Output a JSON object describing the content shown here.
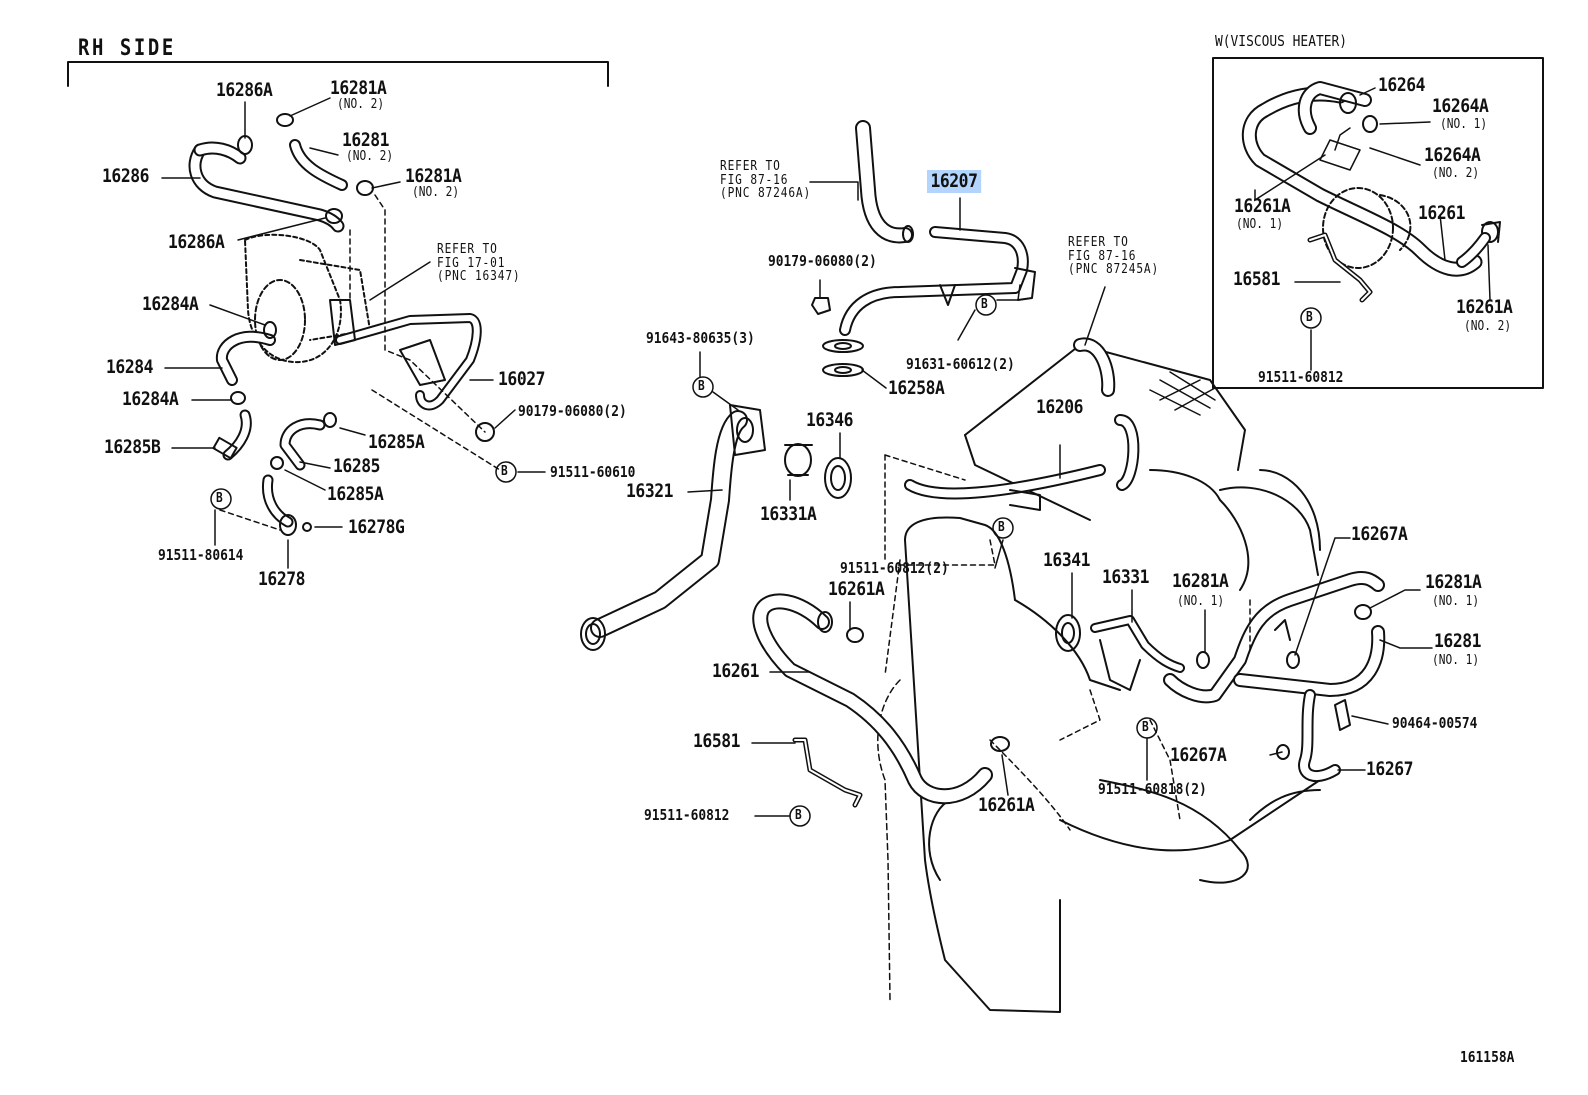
{
  "diagram": {
    "rh_side_title": "RH SIDE",
    "viscous_heater_title": "W(VISCOUS HEATER)",
    "figure_number": "161158A",
    "refer_notes": {
      "fig_87_16_a": {
        "line1": "REFER TO",
        "line2": "FIG 87-16",
        "line3": "(PNC 87246A)"
      },
      "fig_17_01": {
        "line1": "REFER TO",
        "line2": "FIG 17-01",
        "line3": "(PNC 16347)"
      },
      "fig_87_16_b": {
        "line1": "REFER TO",
        "line2": "FIG 87-16",
        "line3": "(PNC 87245A)"
      }
    },
    "part_labels": {
      "p16286A_top": "16286A",
      "p16281A_top": "16281A",
      "no2_a": "(NO. 2)",
      "p16281_top": "16281",
      "no2_b": "(NO. 2)",
      "p16281A_mid": "16281A",
      "no2_c": "(NO. 2)",
      "p16286": "16286",
      "p16286A_mid": "16286A",
      "p16284A_top": "16284A",
      "p16284": "16284",
      "p16284A_low": "16284A",
      "p16285B": "16285B",
      "p16285A_a": "16285A",
      "p16285": "16285",
      "p16285A_b": "16285A",
      "p16027": "16027",
      "p90179_06080_left": "90179-06080(2)",
      "p91511_60610": "91511-60610",
      "p16278G": "16278G",
      "p91511_80614": "91511-80614",
      "p16278": "16278",
      "p16207": "16207",
      "p90179_06080_center": "90179-06080(2)",
      "p91643_80635": "91643-80635(3)",
      "p16258A": "16258A",
      "p91631_60612": "91631-60612(2)",
      "p16346": "16346",
      "p16321": "16321",
      "p16331A": "16331A",
      "p16206": "16206",
      "p91511_60812_2": "91511-60812(2)",
      "p16341": "16341",
      "p16331": "16331",
      "p16261A_center": "16261A",
      "p16267A_top": "16267A",
      "p16281A_right": "16281A",
      "no1_a": "(NO. 1)",
      "p16281A_no1": "16281A",
      "no1_b": "(NO. 1)",
      "p16281_right": "16281",
      "no1_c": "(NO. 1)",
      "p16261_center": "16261",
      "p90464_00574": "90464-00574",
      "p16581_center": "16581",
      "p16267A_low": "16267A",
      "p16267": "16267",
      "p91511_60818": "91511-60818(2)",
      "p16261A_bottom": "16261A",
      "p91511_60812_bottom": "91511-60812",
      "v16264": "16264",
      "v16264A_no1": "16264A",
      "v_no1_a": "(NO. 1)",
      "v16264A_no2": "16264A",
      "v_no2_a": "(NO. 2)",
      "v16261A_no1": "16261A",
      "v_no1_b": "(NO. 1)",
      "v16261": "16261",
      "v16581": "16581",
      "v16261A_no2": "16261A",
      "v_no2_b": "(NO. 2)",
      "v91511_60812": "91511-60812"
    },
    "callout_letter": "B",
    "highlight_color": "#b3d4fc",
    "line_color": "#111111"
  }
}
